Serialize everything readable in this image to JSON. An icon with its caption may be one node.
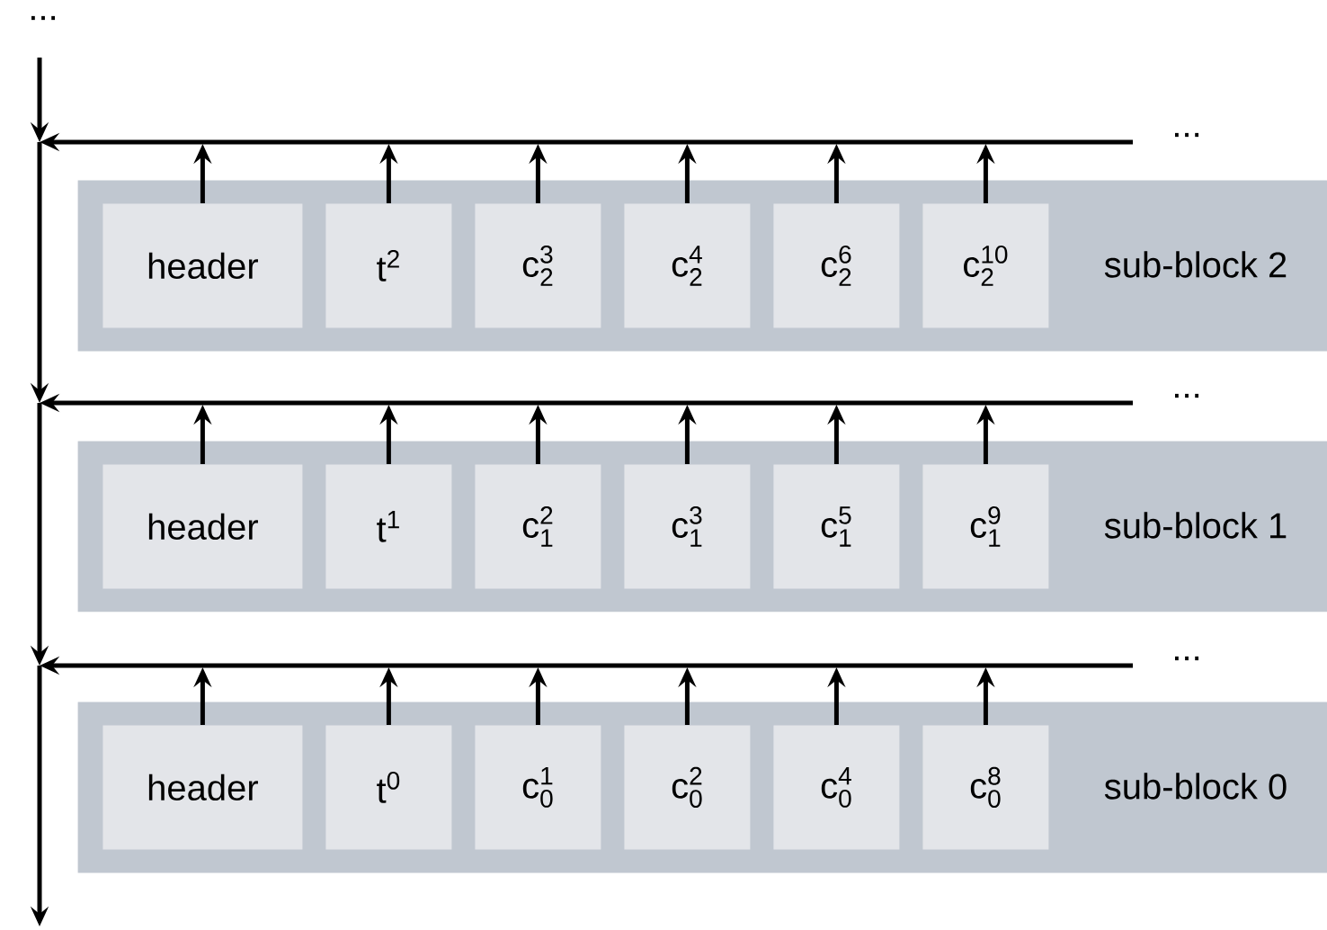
{
  "diagram": {
    "nodes": [
      {
        "text": [
          "sub-block 2"
        ]
      },
      {
        "text": [
          "header"
        ],
        "in": 0
      },
      {
        "text": [
          "\\mathsf{t}^{\\mathsf{2}}"
        ],
        "in": 0
      },
      {
        "text": [
          "\\mathsf{c}_{\\mathsf{2}}^{\\mathsf{3}}"
        ],
        "in": 0
      },
      {
        "text": [
          "\\mathsf{c}_{\\mathsf{2}}^{\\mathsf{4}}"
        ],
        "in": 0
      },
      {
        "text": [
          "\\mathsf{c}_{\\mathsf{2}}^{\\mathsf{6}}"
        ],
        "in": 0
      },
      {
        "text": [
          "\\mathsf{c}_{\\mathsf{2}}^{\\mathsf{10}}"
        ],
        "in": 0
      },
      {
        "text": [
          "sub-block 1"
        ]
      },
      {
        "text": [
          "header"
        ],
        "in": 7
      },
      {
        "text": [
          "\\mathsf{t}^{\\mathsf{1}}"
        ],
        "in": 7
      },
      {
        "text": [
          "\\mathsf{c}_{\\mathsf{1}}^{\\mathsf{2}}"
        ],
        "in": 7
      },
      {
        "text": [
          "\\mathsf{c}_{\\mathsf{1}}^{\\mathsf{3}}"
        ],
        "in": 7
      },
      {
        "text": [
          "\\mathsf{c}_{\\mathsf{1}}^{\\mathsf{5}}"
        ],
        "in": 7
      },
      {
        "text": [
          "\\mathsf{c}_{\\mathsf{1}}^{\\mathsf{9}}"
        ],
        "in": 7
      },
      {
        "text": [
          "sub-block 0"
        ]
      },
      {
        "text": [
          "header"
        ],
        "in": 14
      },
      {
        "text": [
          "\\mathsf{t}^{\\mathsf{0}}"
        ],
        "in": 14
      },
      {
        "text": [
          "\\mathsf{c}_{\\mathsf{0}}^{\\mathsf{1}}"
        ],
        "in": 14
      },
      {
        "text": [
          "\\mathsf{c}_{\\mathsf{0}}^{\\mathsf{2}}"
        ],
        "in": 14
      },
      {
        "text": [
          "\\mathsf{c}_{\\mathsf{0}}^{\\mathsf{4}}"
        ],
        "in": 14
      },
      {
        "text": [
          "\\mathsf{c}_{\\mathsf{0}}^{\\mathsf{8}}"
        ],
        "in": 14
      }
    ],
    "edges": [
      {
        "from": 1,
        "to": null,
        "arrow": "to"
      },
      {
        "from": 2,
        "to": null,
        "arrow": "to"
      },
      {
        "from": 3,
        "to": null,
        "arrow": "to"
      },
      {
        "from": 4,
        "to": null,
        "arrow": "to"
      },
      {
        "from": 5,
        "to": null,
        "arrow": "to"
      },
      {
        "from": 6,
        "to": null,
        "arrow": "to"
      },
      {
        "from": 8,
        "to": null,
        "arrow": "to"
      },
      {
        "from": 9,
        "to": null,
        "arrow": "to"
      },
      {
        "from": 10,
        "to": null,
        "arrow": "to"
      },
      {
        "from": 11,
        "to": null,
        "arrow": "to"
      },
      {
        "from": 12,
        "to": null,
        "arrow": "to"
      },
      {
        "from": 13,
        "to": null,
        "arrow": "to"
      },
      {
        "from": 15,
        "to": null,
        "arrow": "to"
      },
      {
        "from": 16,
        "to": null,
        "arrow": "to"
      },
      {
        "from": 17,
        "to": null,
        "arrow": "to"
      },
      {
        "from": 18,
        "to": null,
        "arrow": "to"
      },
      {
        "from": 19,
        "to": null,
        "arrow": "to"
      },
      {
        "from": 20,
        "to": null,
        "arrow": "to"
      }
    ],
    "labels": [
      "...",
      "...",
      "...",
      "..."
    ]
  }
}
